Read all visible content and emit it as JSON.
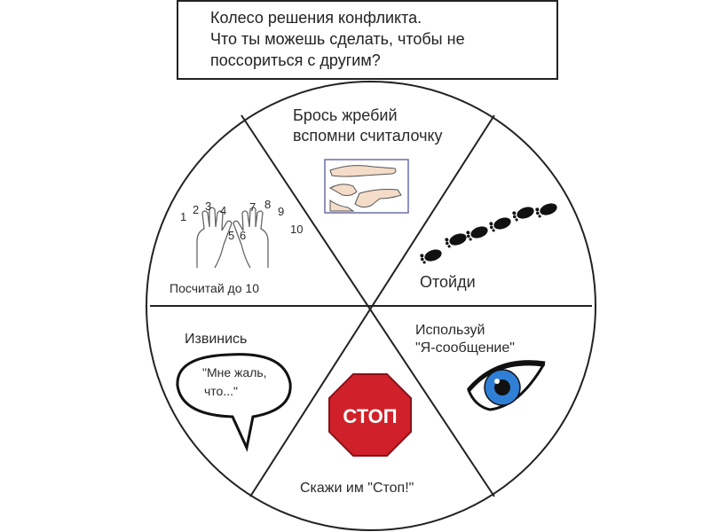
{
  "header": {
    "line1": "Колесо решения конфликта.",
    "line2": "Что ты можешь сделать, чтобы не",
    "line3": "поссориться с другим?"
  },
  "segments": {
    "throw_dice": {
      "line1": "Брось жребий",
      "line2": "вспомни считалочку"
    },
    "walk_away": {
      "label": "Отойди"
    },
    "i_message": {
      "line1": "Используй",
      "line2": "\"Я-сообщение\""
    },
    "say_stop": {
      "label": "Скажи им \"Стоп!\"",
      "sign_text": "СТОП"
    },
    "apologize": {
      "label": "Извинись",
      "bubble_line1": "\"Мне жаль,",
      "bubble_line2": "что...\""
    },
    "count_to_10": {
      "label": "Посчитай до 10",
      "numbers": [
        "1",
        "2",
        "3",
        "4",
        "5",
        "6",
        "7",
        "8",
        "9",
        "10"
      ]
    }
  },
  "colors": {
    "stop_sign": "#d0212a",
    "eye_iris": "#2f7fd6",
    "outline": "#222222"
  }
}
